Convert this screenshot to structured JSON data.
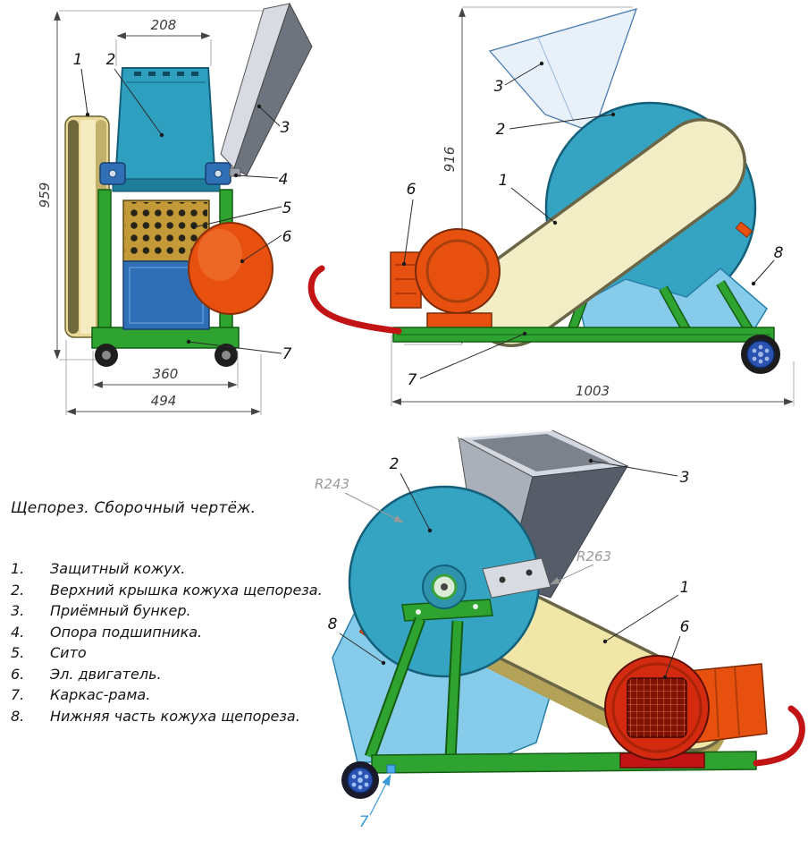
{
  "title": "Щепорез. Сборочный чертёж.",
  "parts": [
    {
      "num": "1.",
      "label": "Защитный кожух."
    },
    {
      "num": "2.",
      "label": "Верхний крышка кожуха щепореза."
    },
    {
      "num": "3.",
      "label": "Приёмный бункер."
    },
    {
      "num": "4.",
      "label": "Опора подшипника."
    },
    {
      "num": "5.",
      "label": "Сито"
    },
    {
      "num": "6.",
      "label": "Эл. двигатель."
    },
    {
      "num": "7.",
      "label": "Каркас-рама."
    },
    {
      "num": "8.",
      "label": "Нижняя часть кожуха щепореза."
    }
  ],
  "front_view": {
    "dims": {
      "top_width": "208",
      "height": "959",
      "inner_width": "360",
      "outer_width": "494"
    },
    "callouts": [
      "1",
      "2",
      "3",
      "4",
      "5",
      "6",
      "7"
    ]
  },
  "side_view": {
    "dims": {
      "height": "916",
      "length": "1003"
    },
    "callouts": [
      "3",
      "2",
      "1",
      "6",
      "8",
      "7"
    ]
  },
  "iso_view": {
    "radius_labels": [
      "R243",
      "R263"
    ],
    "callouts": [
      "2",
      "3",
      "1",
      "6",
      "8",
      "7"
    ]
  },
  "colors": {
    "casing_teal": "#35a3c2",
    "casing_light_blue": "#86ccea",
    "belt_cover_yellow": "#efe6a8",
    "frame_green": "#2fa32f",
    "motor_orange": "#e8500f",
    "motor_red": "#d42b10",
    "hopper_gray": "#9aa0ac",
    "handle_red": "#c21414",
    "wheel_blue": "#2a52b0",
    "dimension_gray": "#555555",
    "radius_label_gray": "#9a9a9a"
  }
}
